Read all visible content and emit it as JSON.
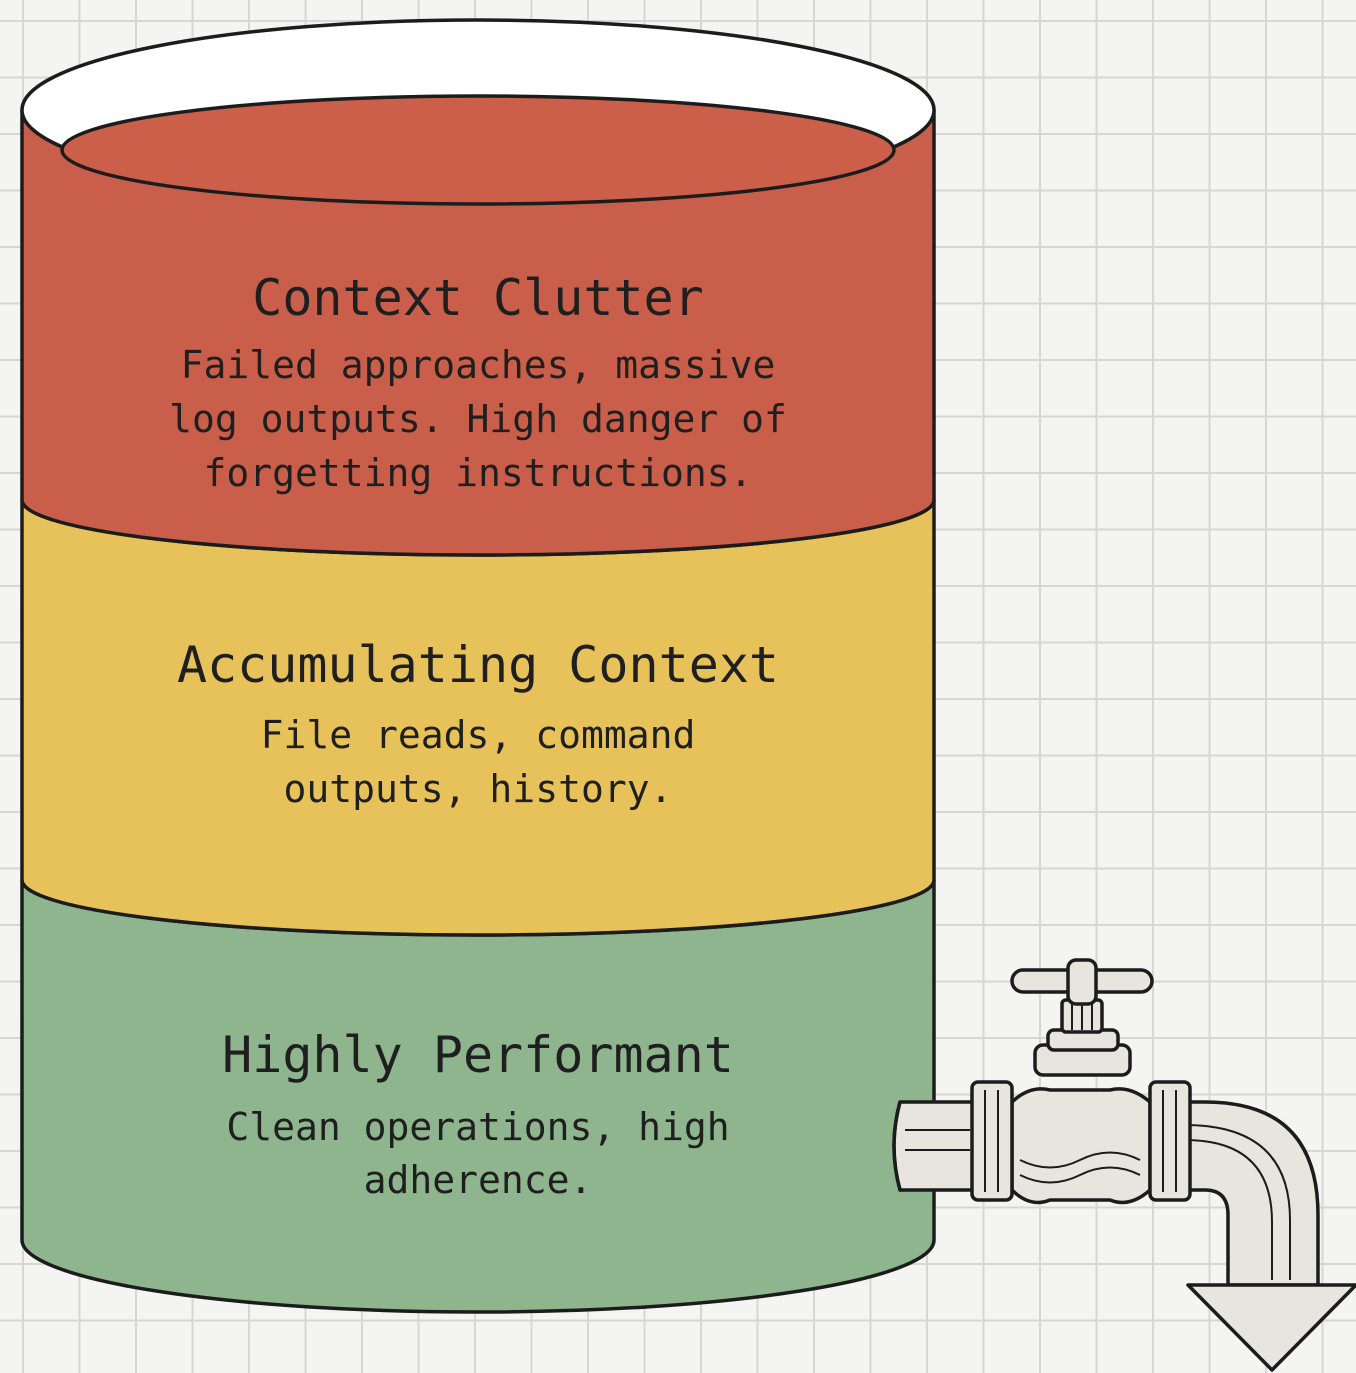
{
  "colors": {
    "background": "#f4f4f2",
    "grid": "#d6d6d4",
    "top_layer": "#c95f4a",
    "middle_layer": "#e7c25a",
    "bottom_layer": "#8fb58f",
    "tap_metal": "#e7e5dd",
    "outline": "#1c1c1c"
  },
  "layers": [
    {
      "id": "context-clutter",
      "title": "Context Clutter",
      "lines": [
        "Failed approaches, massive",
        "log outputs. High danger of",
        "forgetting instructions."
      ],
      "color": "#c95f4a"
    },
    {
      "id": "accumulating-context",
      "title": "Accumulating Context",
      "lines": [
        "File reads, command",
        "outputs, history."
      ],
      "color": "#e7c25a"
    },
    {
      "id": "highly-performant",
      "title": "Highly Performant",
      "lines": [
        "Clean operations, high",
        "adherence."
      ],
      "color": "#8fb58f"
    }
  ],
  "icons": {
    "tap": "faucet-tap-icon",
    "outflow": "down-arrow-icon"
  }
}
